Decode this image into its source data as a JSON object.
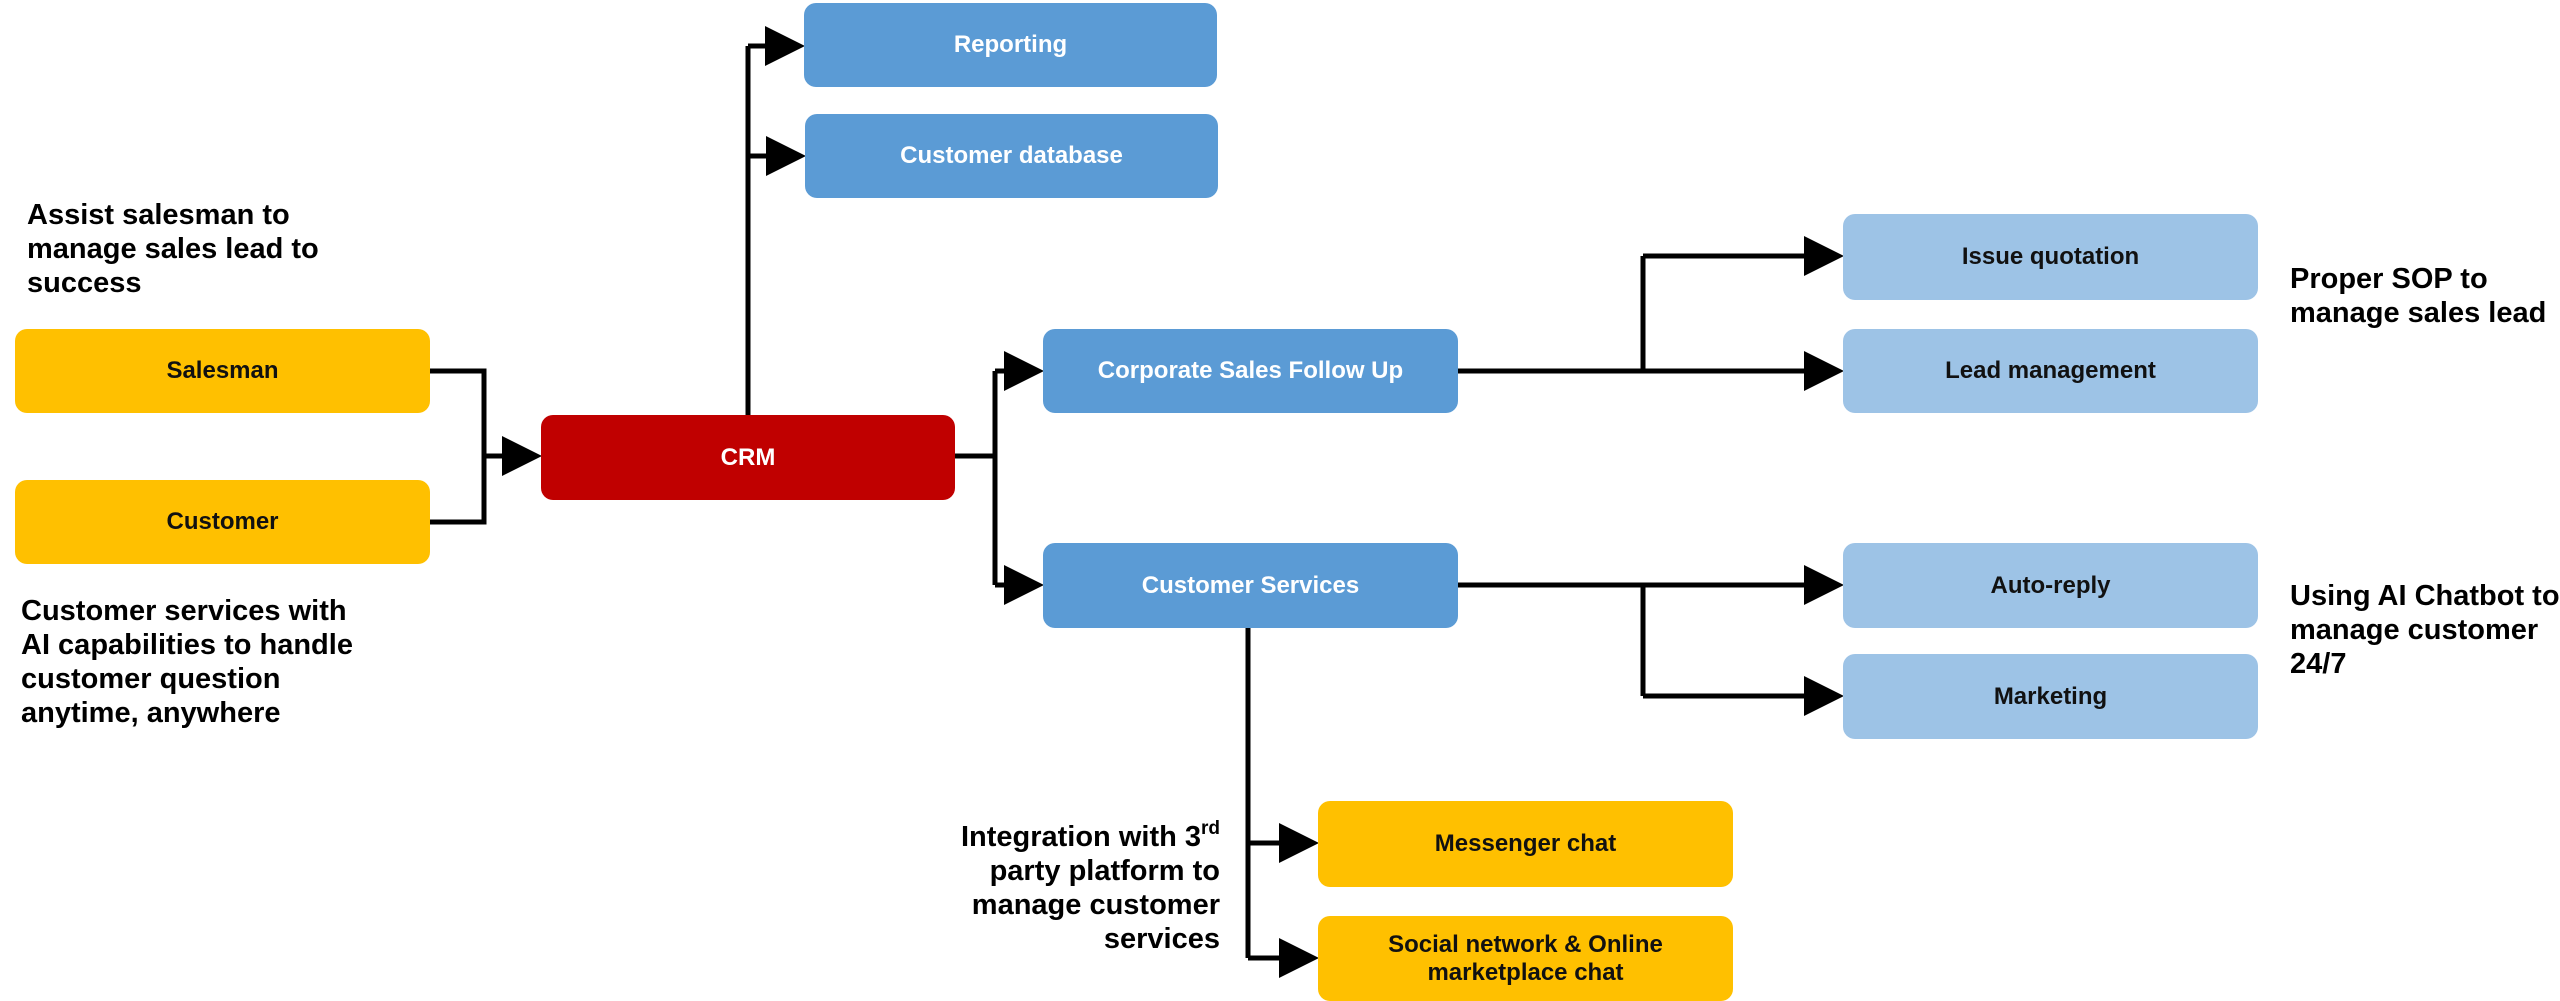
{
  "diagram": {
    "nodes": {
      "reporting": "Reporting",
      "customer_database": "Customer database",
      "salesman": "Salesman",
      "customer": "Customer",
      "crm": "CRM",
      "corporate_sales": "Corporate Sales Follow Up",
      "customer_services": "Customer Services",
      "issue_quotation": "Issue quotation",
      "lead_management": "Lead management",
      "auto_reply": "Auto-reply",
      "marketing": "Marketing",
      "messenger_chat": "Messenger chat",
      "social_network_line1": "Social network & Online",
      "social_network_line2": "marketplace chat"
    },
    "notes": {
      "salesman_note": [
        "Assist salesman to",
        "manage sales lead to",
        "success"
      ],
      "customer_note": [
        "Customer services with",
        "AI capabilities to handle",
        "customer question",
        "anytime, anywhere"
      ],
      "sop_note": [
        "Proper SOP to",
        "manage sales lead"
      ],
      "chatbot_note": [
        "Using AI Chatbot to",
        "manage customer",
        "24/7"
      ],
      "integration_note_prefix": "Integration with 3",
      "integration_note_sup": "rd",
      "integration_note_rest": [
        "party platform to",
        "manage customer",
        "services"
      ]
    },
    "colors": {
      "input_node": "#ffc000",
      "core_node": "#c00000",
      "module_node": "#5b9bd5",
      "feature_node": "#9dc3e6",
      "connector": "#000000"
    }
  }
}
